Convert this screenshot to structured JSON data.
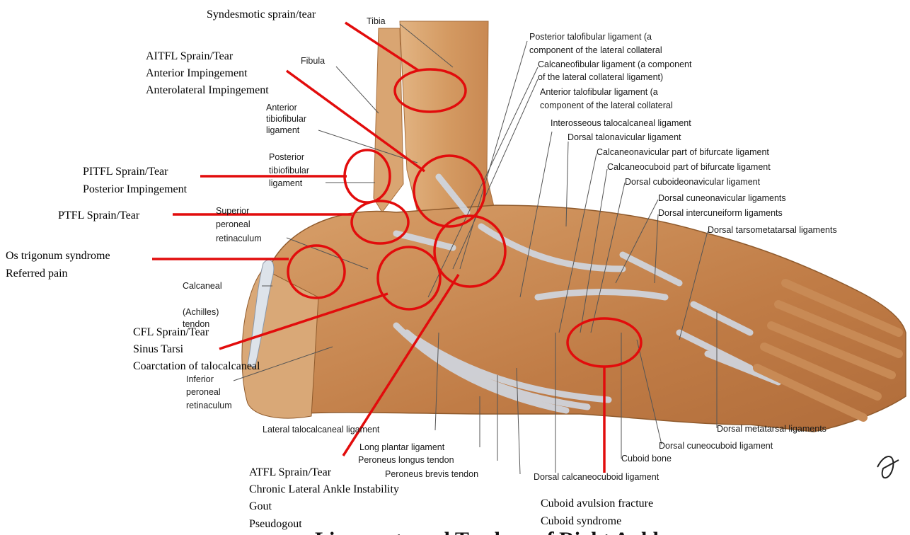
{
  "colors": {
    "marker": "#e20c0c",
    "background": "#ffffff",
    "tissue": "#c7844a",
    "ligament": "#c9d3df"
  },
  "condition_labels": {
    "syndesmotic": [
      "Syndesmotic sprain/tear"
    ],
    "aitfl": [
      "AITFL Sprain/Tear",
      "Anterior Impingement",
      "Anterolateral Impingement"
    ],
    "pitfl": [
      "PITFL Sprain/Tear",
      "Posterior Impingement"
    ],
    "ptfl": [
      "PTFL Sprain/Tear"
    ],
    "os_trigonum": [
      "Os trigonum syndrome",
      "Referred pain"
    ],
    "cfl": [
      "CFL Sprain/Tear",
      "Sinus Tarsi",
      "Coarctation of talocalcaneal"
    ],
    "atfl": [
      "ATFL Sprain/Tear",
      "Chronic Lateral Ankle Instability",
      "Gout",
      "Pseudogout"
    ],
    "cuboid": [
      "Cuboid avulsion fracture",
      "Cuboid syndrome"
    ]
  },
  "anatomy_labels": {
    "tibia": "Tibia",
    "fibula": "Fibula",
    "ant_tibiofibular": [
      "Anterior",
      "tibiofibular",
      "ligament"
    ],
    "post_tibiofibular": [
      "Posterior",
      "tibiofibular",
      "ligament"
    ],
    "sup_peroneal": [
      "Superior",
      "peroneal",
      "retinaculum"
    ],
    "calcaneal": "Calcaneal",
    "achilles": [
      "(Achilles)",
      "tendon"
    ],
    "inf_peroneal": [
      "Inferior",
      "peroneal",
      "retinaculum"
    ],
    "post_talofibular": [
      "Posterior talofibular ligament (a",
      "component of the lateral collateral"
    ],
    "calcaneofibular": [
      "Calcaneofibular ligament (a component",
      "of the lateral collateral ligament)"
    ],
    "ant_talofibular": [
      "Anterior talofibular ligament (a",
      "component of the lateral collateral"
    ],
    "interosseous": "Interosseous talocalcaneal ligament",
    "talonavicular": "Dorsal talonavicular ligament",
    "calcaneonavicular": "Calcaneonavicular part of bifurcate ligament",
    "calcaneocuboid_bif": "Calcaneocuboid part of bifurcate ligament",
    "cuboideonavicular": "Dorsal cuboideonavicular ligament",
    "cuneonavicular": "Dorsal cuneonavicular ligaments",
    "intercuneiform": "Dorsal intercuneiform ligaments",
    "tarsometatarsal": "Dorsal tarsometatarsal ligaments",
    "lat_talocalcaneal": "Lateral talocalcaneal ligament",
    "long_plantar": "Long plantar ligament",
    "peroneus_longus": "Peroneus longus tendon",
    "peroneus_brevis": "Peroneus brevis tendon",
    "dorsal_calcaneocuboid": "Dorsal calcaneocuboid ligament",
    "cuboid_bone": "Cuboid bone",
    "dorsal_cuneocuboid": "Dorsal cuneocuboid ligament",
    "dorsal_metatarsal": "Dorsal metatarsal ligaments"
  },
  "footer_title": "Ligaments and Tendons of Right Ankle"
}
